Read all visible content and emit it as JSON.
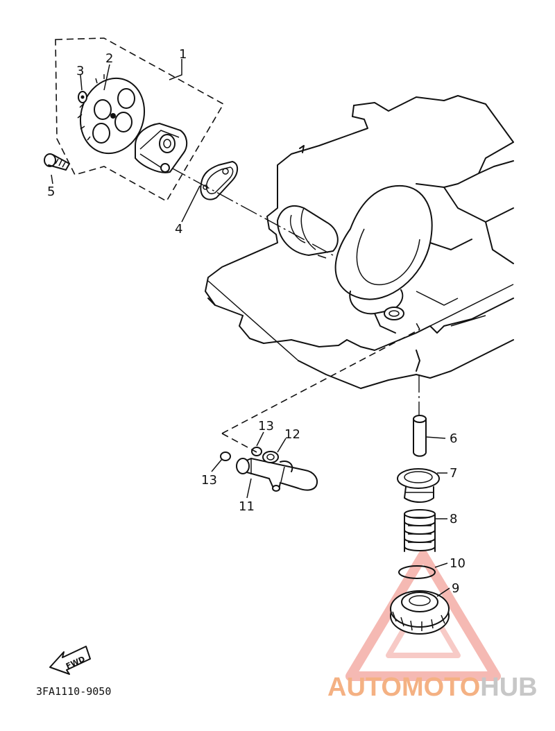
{
  "diagram_code": "3FA1110-9050",
  "direction_label": "FWD",
  "callouts": {
    "c1": "1",
    "c2": "2",
    "c3": "3",
    "c4": "4",
    "c5": "5",
    "c6": "6",
    "c7": "7",
    "c8": "8",
    "c9": "9",
    "c10": "10",
    "c11": "11",
    "c12": "12",
    "c13a": "13",
    "c13b": "13"
  },
  "watermark": {
    "part_a": "AUTOMOTO",
    "part_b": "HUB",
    "color_a": "#f4b183",
    "color_b": "#c7c7c7",
    "triangle_color": "#f2a7a0"
  }
}
